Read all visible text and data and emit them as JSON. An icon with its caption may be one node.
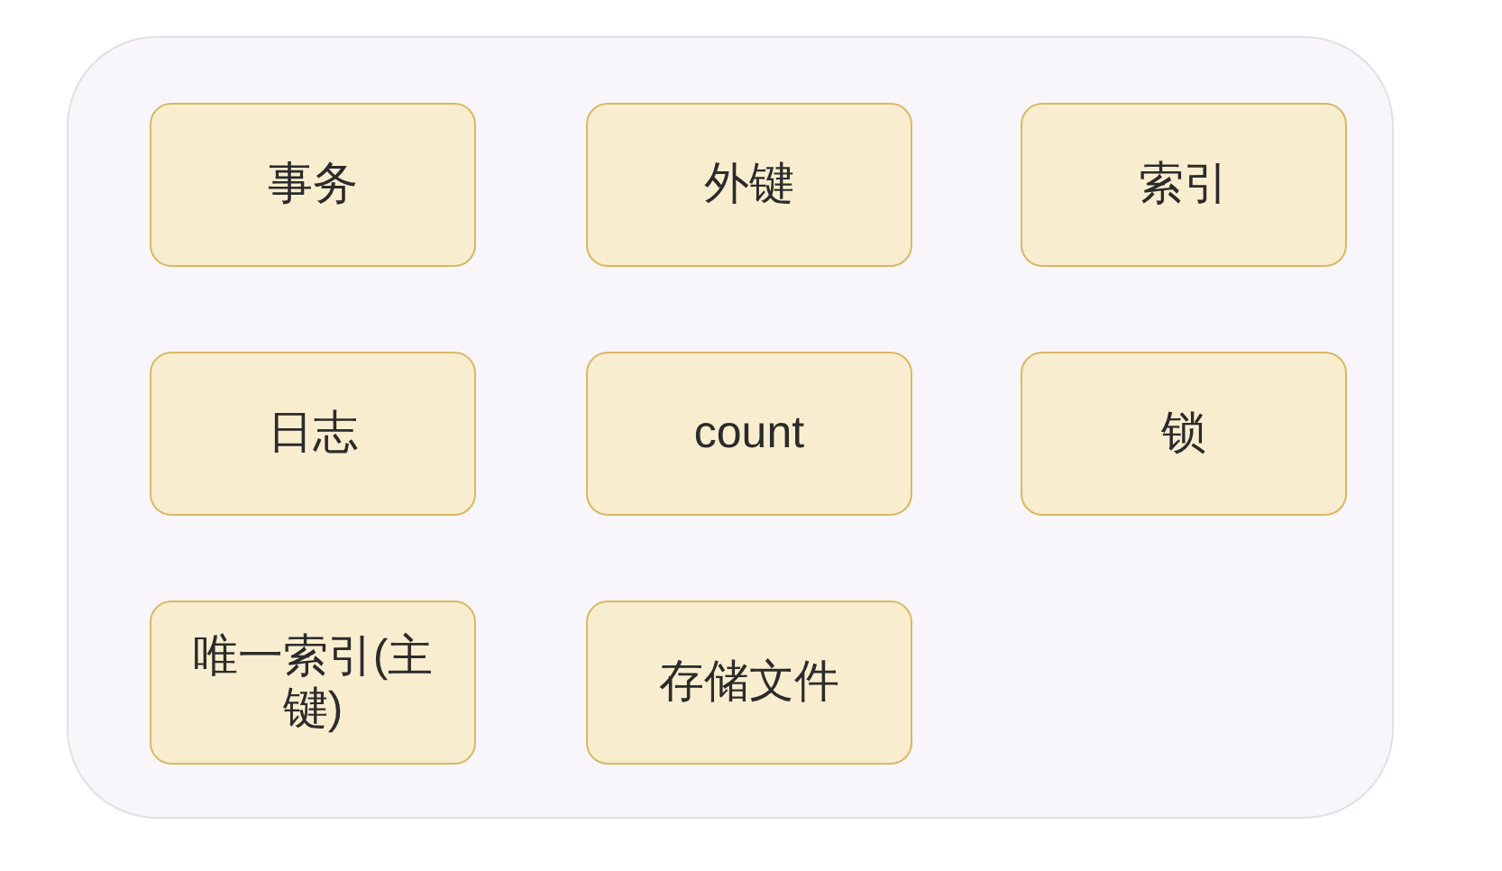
{
  "diagram": {
    "nodes": [
      {
        "text": [],
        "shape": "box"
      },
      {
        "text": [
          "事务"
        ],
        "in": 0
      },
      {
        "text": [
          "外键"
        ],
        "in": 0
      },
      {
        "text": [
          "索引"
        ],
        "in": 0
      },
      {
        "text": [
          "日志"
        ],
        "in": 0
      },
      {
        "text": [
          "count"
        ],
        "in": 0
      },
      {
        "text": [
          "锁"
        ],
        "in": 0
      },
      {
        "text": [
          "唯一索引(主键)"
        ],
        "in": 0
      },
      {
        "text": [
          "存储文件"
        ],
        "in": 0
      }
    ]
  }
}
